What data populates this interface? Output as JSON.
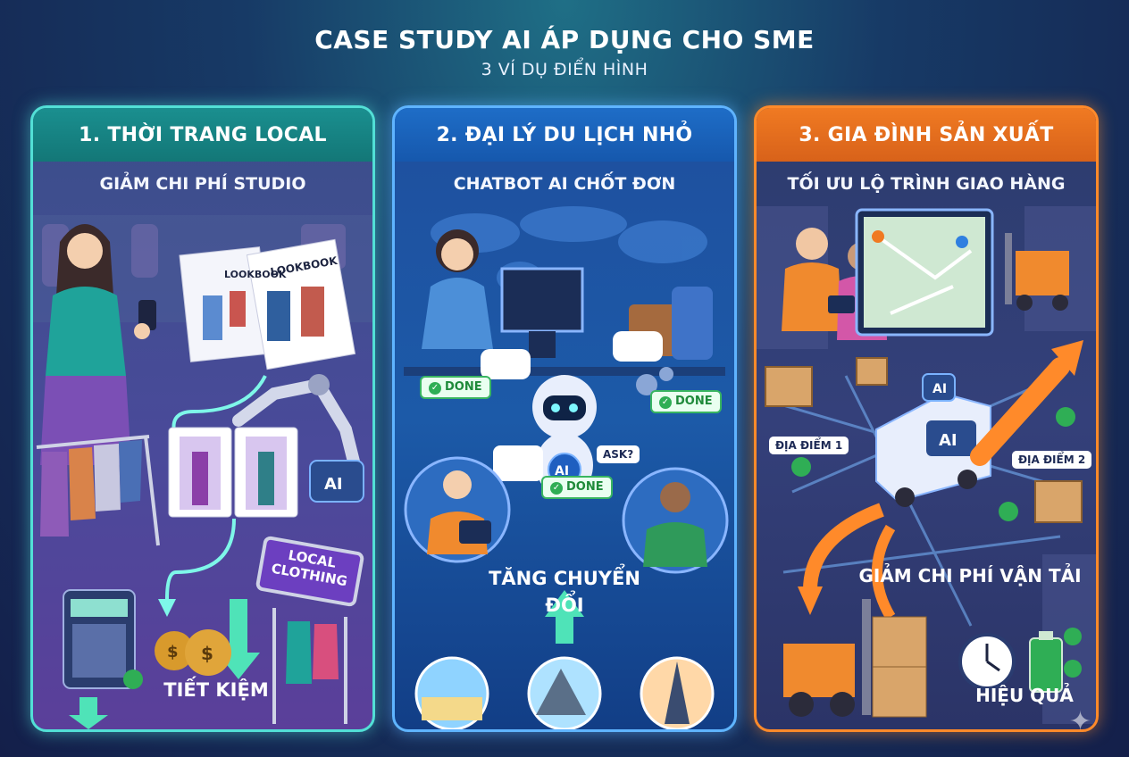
{
  "header": {
    "title": "CASE STUDY AI ÁP DỤNG CHO SME",
    "subtitle": "3 VÍ DỤ ĐIỂN HÌNH"
  },
  "panels": [
    {
      "title": "1. THỜI TRANG LOCAL",
      "subtitle": "GIẢM CHI PHÍ STUDIO",
      "lookbook_1": "LOOKBOOK",
      "lookbook_2": "LOOKBOOK",
      "ai_badge": "AI",
      "sign": "LOCAL CLOTHING",
      "result": "TIẾT KIỆM",
      "accent": "#52e0d6"
    },
    {
      "title": "2. ĐẠI LÝ DU LỊCH NHỎ",
      "subtitle": "CHATBOT AI CHỐT ĐƠN",
      "robot_badge": "AI",
      "chip_done_1": "DONE",
      "chip_done_2": "DONE",
      "chip_done_3": "DONE",
      "ask": "ASK?",
      "result": "TĂNG CHUYỂN ĐỔI",
      "accent": "#5fb4ff"
    },
    {
      "title": "3. GIA ĐÌNH SẢN XUẤT",
      "subtitle": "TỐI ƯU LỘ TRÌNH GIAO HÀNG",
      "ai_chip": "AI",
      "van_label": "AI",
      "location_1": "ĐỊA ĐIỂM 1",
      "location_2": "ĐỊA ĐIỂM 2",
      "result_1": "GIẢM CHI PHÍ VẬN TẢI",
      "result_2": "HIỆU QUẢ",
      "accent": "#ff8a2a"
    }
  ]
}
